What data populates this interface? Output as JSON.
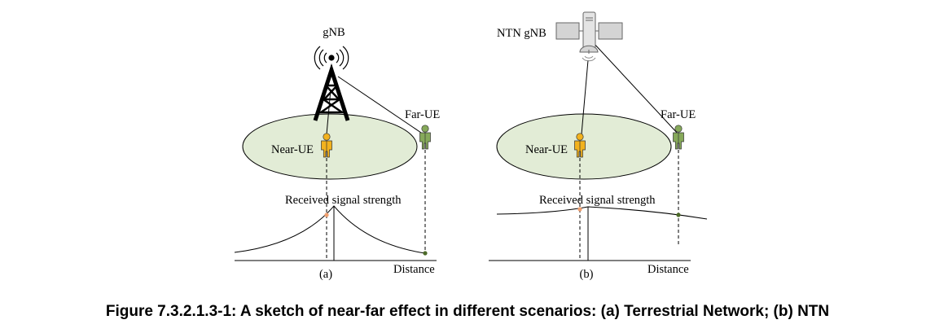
{
  "figure": {
    "panel_a": {
      "tower_label": "gNB",
      "near_ue_label": "Near-UE",
      "far_ue_label": "Far-UE",
      "signal_label": "Received signal strength",
      "axis_label": "Distance",
      "panel_tag": "(a)"
    },
    "panel_b": {
      "satellite_label": "NTN gNB",
      "near_ue_label": "Near-UE",
      "far_ue_label": "Far-UE",
      "signal_label": "Received signal strength",
      "axis_label": "Distance",
      "panel_tag": "(b)"
    },
    "caption": "Figure 7.3.2.1.3-1: A sketch of near-far effect in different scenarios: (a) Terrestrial Network; (b) NTN"
  },
  "colors": {
    "coverage_fill": "#e2ecd6",
    "near_ue": "#f2b21e",
    "far_ue": "#86a95a",
    "near_marker": "#f0a070",
    "far_marker": "#4d6b2a",
    "satellite_panel": "#d4d4d4"
  }
}
